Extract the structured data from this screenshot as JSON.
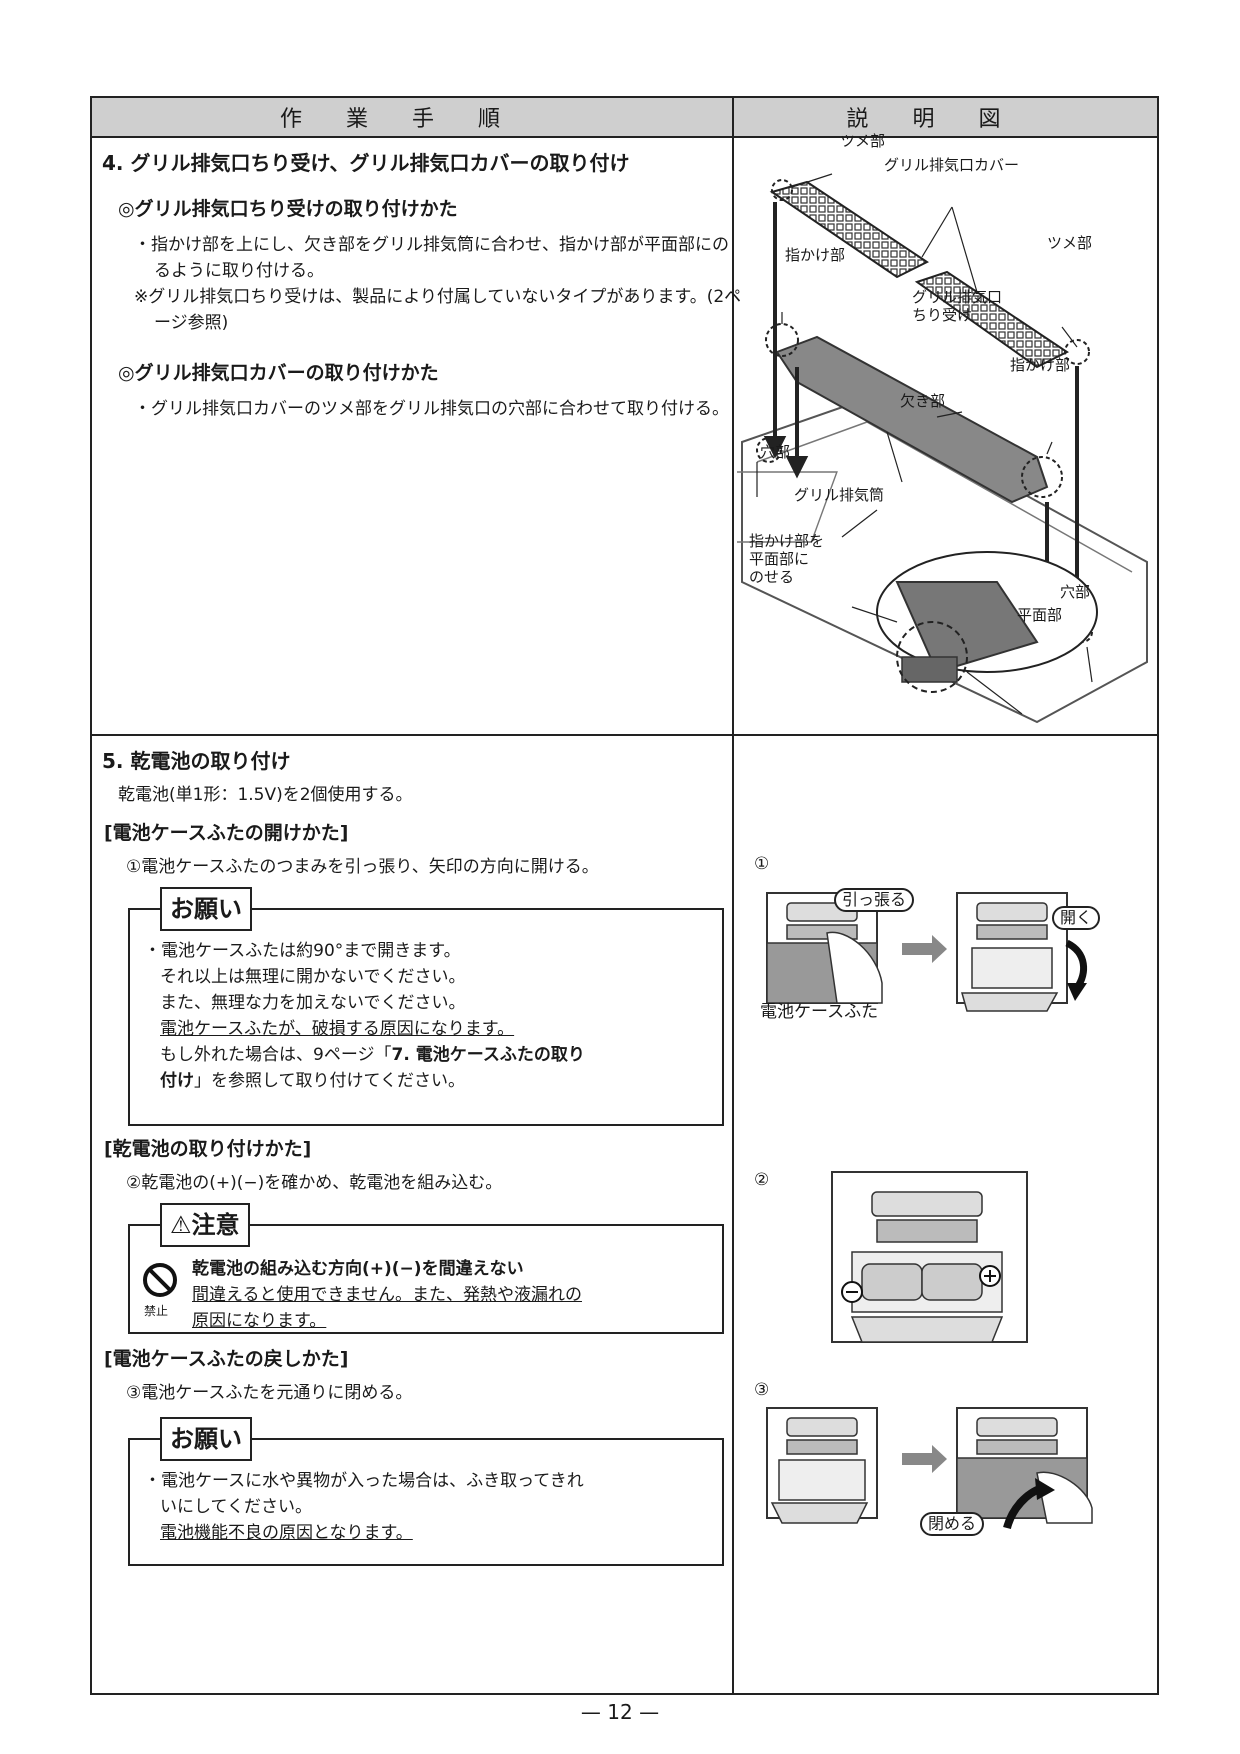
{
  "header": {
    "left": "作業手順",
    "right": "説明図"
  },
  "section4": {
    "title": "4. グリル排気口ちり受け、グリル排気口カバーの取り付け",
    "sub1": "◎グリル排気口ちり受けの取り付けかた",
    "sub1_text1": "・指かけ部を上にし、欠き部をグリル排気筒に合わせ、指かけ部が平面部にのるように取り付ける。",
    "sub1_note": "※グリル排気口ちり受けは、製品により付属していないタイプがあります。(2ページ参照)",
    "sub2": "◎グリル排気口カバーの取り付けかた",
    "sub2_text": "・グリル排気口カバーのツメ部をグリル排気口の穴部に合わせて取り付ける。",
    "labels": {
      "tsume1": "ツメ部",
      "cover": "グリル排気口カバー",
      "tsume2": "ツメ部",
      "yubi1": "指かけ部",
      "chiri": "グリル排気口\nちり受け",
      "yubi2": "指かけ部",
      "kaki": "欠き部",
      "ana1": "穴部",
      "tou": "グリル排気筒",
      "noseru": "指かけ部を\n平面部に\nのせる",
      "ana2": "穴部",
      "heimen": "平面部"
    }
  },
  "section5": {
    "title": "5. 乾電池の取り付け",
    "intro": "乾電池(単1形：1.5V)を2個使用する。",
    "open_head": "[電池ケースふたの開けかた]",
    "step1": "①電池ケースふたのつまみを引っ張り、矢印の方向に開ける。",
    "onegai1_title": "お願い",
    "onegai1_l1": "・電池ケースふたは約90°まで開きます。",
    "onegai1_l2": "それ以上は無理に開かないでください。",
    "onegai1_l3": "また、無理な力を加えないでください。",
    "onegai1_l4": "電池ケースふたが、破損する原因になります。",
    "onegai1_l5a": "もし外れた場合は、9ページ「",
    "onegai1_l5b": "7. 電池ケースふたの取り",
    "onegai1_l6a": "付け",
    "onegai1_l6b": "」を参照して取り付けてください。",
    "install_head": "[乾電池の取り付けかた]",
    "step2": "②乾電池の(+)(−)を確かめ、乾電池を組み込む。",
    "chui_title": "⚠注意",
    "chui_bold": "乾電池の組み込む方向(+)(−)を間違えない",
    "chui_l1": "間違えると使用できません。また、発熱や液漏れの",
    "chui_l2": "原因になります。",
    "kinshi": "禁止",
    "close_head": "[電池ケースふたの戻しかた]",
    "step3": "③電池ケースふたを元通りに閉める。",
    "onegai2_title": "お願い",
    "onegai2_l1": "・電池ケースに水や異物が入った場合は、ふき取ってきれ",
    "onegai2_l2": "いにしてください。",
    "onegai2_l3": "電池機能不良の原因となります。",
    "fig": {
      "n1": "①",
      "pull": "引っ張る",
      "open": "開く",
      "lid": "電池ケースふた",
      "n2": "②",
      "n3": "③",
      "close": "閉める"
    }
  },
  "page_number": "— 12 —"
}
